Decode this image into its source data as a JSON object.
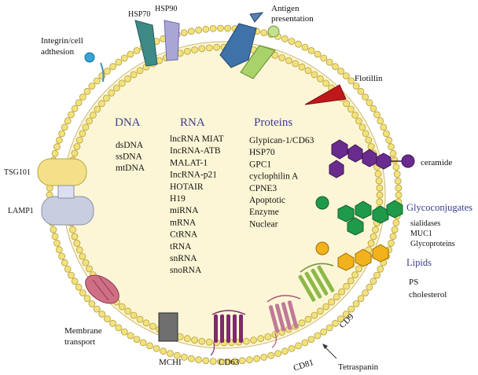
{
  "columns": {
    "dna": {
      "heading": "DNA",
      "items": [
        "dsDNA",
        "ssDNA",
        "mtDNA"
      ]
    },
    "rna": {
      "heading": "RNA",
      "items": [
        "lncRNA MIAT",
        "IncRNA-ATB",
        "MALAT-1",
        "IncRNA-p21",
        "HOTAIR",
        "H19",
        "miRNA",
        "mRNA",
        "CtRNA",
        "tRNA",
        "snRNA",
        "snoRNA"
      ]
    },
    "proteins": {
      "heading": "Proteins",
      "items": [
        "Glypican-1/CD63",
        "HSP70",
        "GPC1",
        "cyclophilin A",
        "CPNE3",
        "Apoptotic",
        "Enzyme",
        "Nuclear"
      ]
    }
  },
  "labels": {
    "hsp70": "HSP70",
    "hsp90": "HSP90",
    "antigen": [
      "Antigen",
      "presentation"
    ],
    "integrin": [
      "Integrin/cell",
      "adthesion"
    ],
    "flotillin": "Flotillin",
    "ceramide": "ceramide",
    "tsg101": "TSG101",
    "lamp1": "LAMP1",
    "glycoconjugates": "Glycoconjugates",
    "glyco_items": [
      "sialidases",
      "MUC1",
      "Glycoproteins"
    ],
    "lipids": "Lipids",
    "lipid_items": [
      "PS",
      "cholesterol"
    ],
    "membrane_transport": [
      "Membrane",
      "transport"
    ],
    "mchi": "MCHI",
    "cd63": "CD63",
    "cd81": "CD81",
    "cd9": "CD9",
    "tetraspanin": "Tetraspanin"
  },
  "colors": {
    "vesicle_fill": "#fdf6d6",
    "head_group": "#f3e27c",
    "heading_text": "#3d3d8f",
    "hsp70": "#3d8a86",
    "hsp90": "#a9a6d6",
    "antigen_blue": "#3e72a8",
    "antigen_green": "#a8d36a",
    "integrin": "#35a3d4",
    "flotillin": "#c0171b",
    "ceramide": "#6a2b8f",
    "tsg101": "#f3e089",
    "lamp1": "#c9cde0",
    "glyco": "#1f9a4a",
    "lipid": "#f1b21b",
    "membrane_transport": "#cf6f86",
    "mchi": "#6f6f6f",
    "cd63": "#7d2a6e",
    "cd81": "#c07a98",
    "cd9": "#8db84a"
  }
}
